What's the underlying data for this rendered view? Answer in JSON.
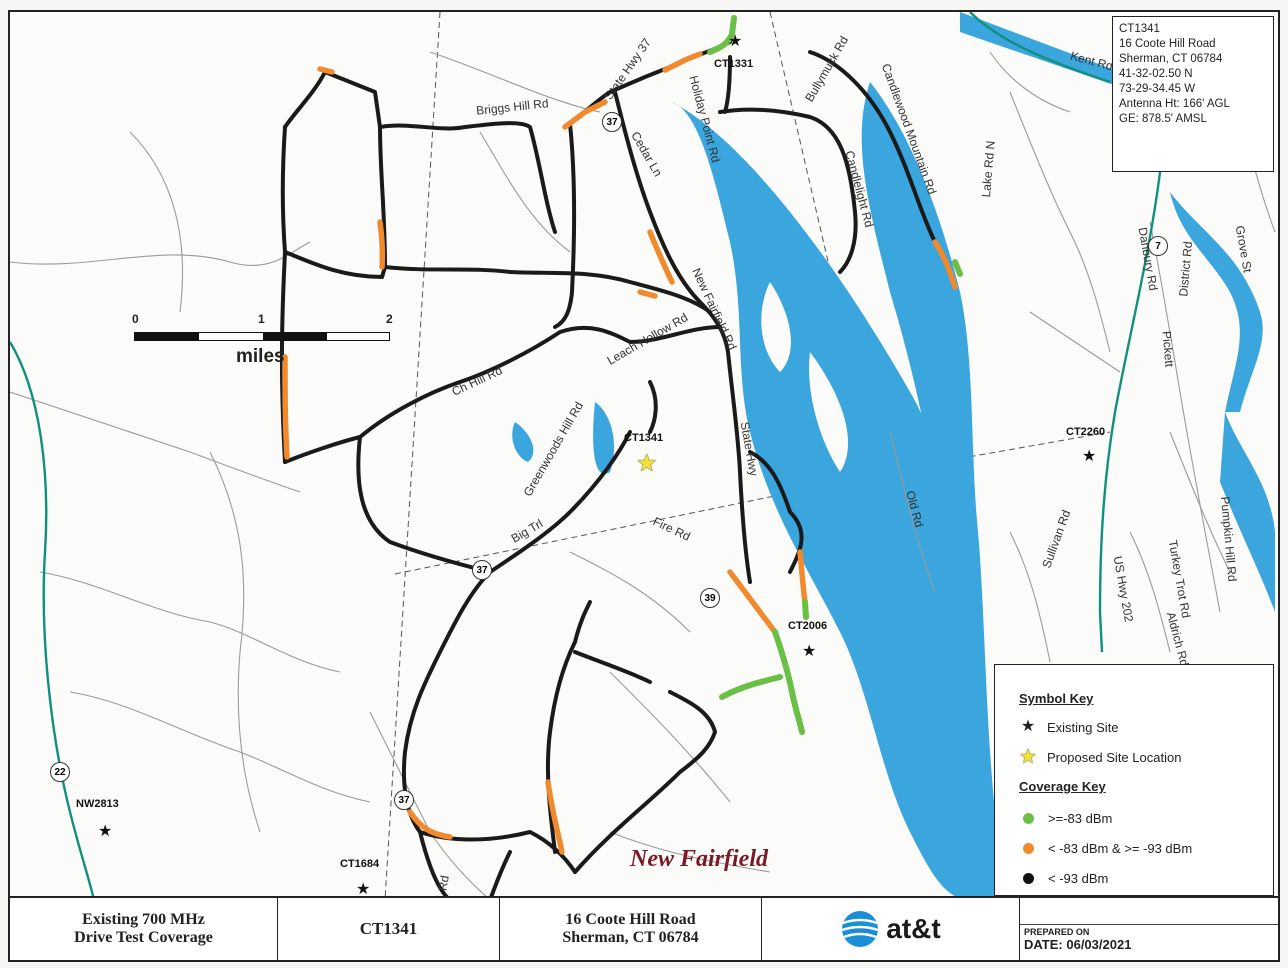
{
  "site_info": {
    "lines": [
      "CT1341",
      "16 Coote Hill Road",
      "Sherman, CT 06784",
      "41-32-02.50 N",
      "73-29-34.45 W",
      "Antenna Ht: 166' AGL",
      "GE: 878.5' AMSL"
    ]
  },
  "scale": {
    "ticks": [
      "0",
      "1",
      "2"
    ],
    "unit": "miles"
  },
  "sites": [
    {
      "label": "CT1331",
      "type": "existing"
    },
    {
      "label": "CT1341",
      "type": "proposed"
    },
    {
      "label": "CT2006",
      "type": "existing"
    },
    {
      "label": "CT2260",
      "type": "existing"
    },
    {
      "label": "NW2813",
      "type": "existing"
    },
    {
      "label": "CT1684",
      "type": "existing"
    }
  ],
  "road_labels": {
    "briggs": "Briggs Hill Rd",
    "hwy37": "State Hwy 37",
    "holiday": "Holiday Point Rd",
    "cedar": "Cedar Ln",
    "bullymuck": "Bullymuck Rd",
    "candlewood_mtn": "Candlewood Mountain Rd",
    "candlelight": "Candlelight Rd",
    "kent": "Kent Rd",
    "new_fairfield": "New Fairfield Rd",
    "leach": "Leach Hollow Rd",
    "ch_hill": "Ch Hill Rd",
    "greenwoods": "Greenwoods Hill Rd",
    "big_trl": "Big Trl",
    "fire": "Fire Rd",
    "state_hwy": "State Hwy",
    "old": "Old Rd",
    "sullivan": "Sullivan Rd",
    "us202": "US Hwy 202",
    "danbury": "Danbury Rd",
    "district": "District Rd",
    "pickett": "Pickett",
    "grove": "Grove St",
    "pumpkin": "Pumpkin Hill Rd",
    "turkey": "Turkey Trot Rd",
    "aldrich": "Aldrich Rd",
    "rd": "Rd",
    "lake": "Lake Rd N"
  },
  "shields": [
    "37",
    "37",
    "39",
    "37",
    "22",
    "7"
  ],
  "town": "New Fairfield",
  "legend": {
    "symbol_title": "Symbol Key",
    "existing_site": "Existing Site",
    "proposed_site": "Proposed Site Location",
    "coverage_title": "Coverage Key",
    "levels": [
      {
        "label": ">=-83 dBm",
        "color": "#6abf45"
      },
      {
        "label": "< -83 dBm & >= -93 dBm",
        "color": "#f08a2c"
      },
      {
        "label": "< -93 dBm",
        "color": "#111111"
      }
    ]
  },
  "colors": {
    "water": "#3aa6dd",
    "road_minor": "#9a9a9a",
    "highway": "#12907f",
    "drive_low": "#1a1a1a",
    "drive_mid": "#f08a2c",
    "drive_high": "#6abf45"
  },
  "footer": {
    "title_line1": "Existing 700 MHz",
    "title_line2": "Drive Test Coverage",
    "site_id": "CT1341",
    "addr_line1": "16 Coote Hill Road",
    "addr_line2": "Sherman, CT 06784",
    "logo_text": "at&t",
    "prepared_on": "PREPARED ON",
    "date": "DATE: 06/03/2021"
  }
}
